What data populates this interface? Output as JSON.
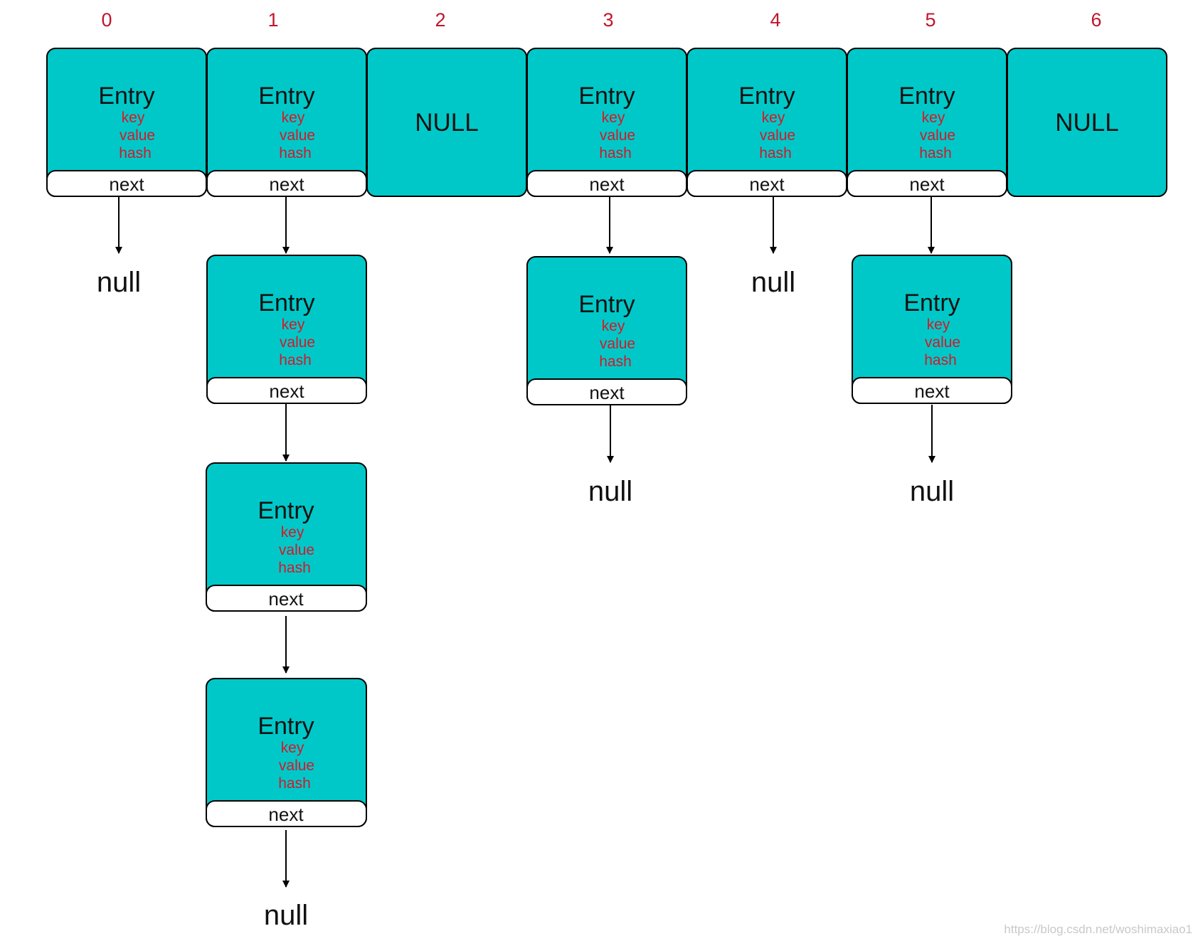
{
  "index_labels": [
    "0",
    "1",
    "2",
    "3",
    "4",
    "5",
    "6"
  ],
  "entry": {
    "title": "Entry",
    "field_key": "key",
    "field_value": "value",
    "field_hash": "hash",
    "next": "next"
  },
  "empty_slot": "NULL",
  "terminal": "null",
  "watermark": "https://blog.csdn.net/woshimaxiao1",
  "colors": {
    "entry_fill": "#00c8c8",
    "field_text": "#d11a2a",
    "index_text": "#c0162b"
  },
  "buckets": [
    {
      "index": "0",
      "chain_length": 1
    },
    {
      "index": "1",
      "chain_length": 4
    },
    {
      "index": "2",
      "chain_length": 0
    },
    {
      "index": "3",
      "chain_length": 2
    },
    {
      "index": "4",
      "chain_length": 1
    },
    {
      "index": "5",
      "chain_length": 2
    },
    {
      "index": "6",
      "chain_length": 0
    }
  ]
}
